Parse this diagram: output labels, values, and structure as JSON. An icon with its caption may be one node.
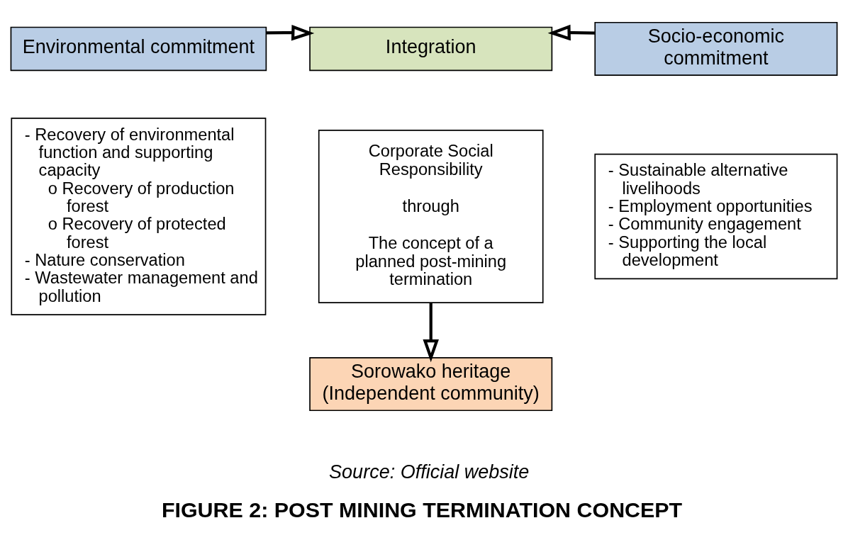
{
  "diagram": {
    "caption": "FIGURE 2: POST MINING TERMINATION CONCEPT",
    "nodes": [
      {
        "text": [
          "Environmental commitment"
        ]
      },
      {
        "text": [
          "Integration"
        ]
      },
      {
        "text": [
          "Socio-economic commitment"
        ]
      },
      {
        "text": [
          "- Recovery of environmental function and supporting capacity",
          "o Recovery of production forest",
          "o Recovery of protected forest",
          "- Nature conservation",
          "- Wastewater management and pollution"
        ]
      },
      {
        "text": [
          "Corporate Social Responsibility",
          "through",
          "The concept of a planned post-mining termination"
        ]
      },
      {
        "text": [
          "- Sustainable alternative livelihoods",
          "- Employment opportunities",
          "- Community engagement",
          "- Supporting the local development"
        ]
      },
      {
        "text": [
          "Sorowako heritage",
          "(Independent community)"
        ]
      }
    ],
    "edges": [
      {
        "from": 0,
        "to": 1,
        "arrow": "to"
      },
      {
        "from": 2,
        "to": 1,
        "arrow": "to"
      },
      {
        "from": 4,
        "to": 6,
        "arrow": "to"
      }
    ],
    "labels": [
      "Source: Official website"
    ]
  }
}
